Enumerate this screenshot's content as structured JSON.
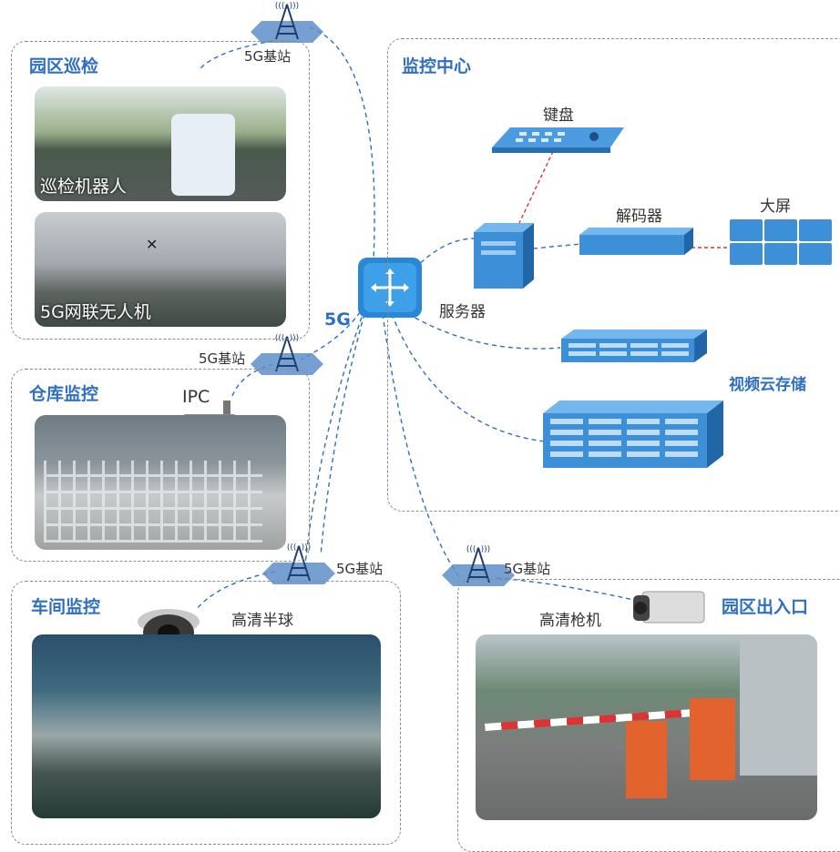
{
  "sections": {
    "patrol": "园区巡检",
    "monitor_center": "监控中心",
    "warehouse": "仓库监控",
    "workshop": "车间监控",
    "gate": "园区出入口"
  },
  "devices": {
    "keyboard": "键盘",
    "decoder": "解码器",
    "big_screen": "大屏",
    "server": "服务器",
    "cloud_storage": "视频云存储",
    "hub": "5G",
    "ipc": "IPC",
    "dome_camera": "高清半球",
    "bullet_camera": "高清枪机"
  },
  "base_stations": {
    "top": "5G基站",
    "warehouse": "5G基站",
    "workshop": "5G基站",
    "gate": "5G基站"
  },
  "photos": {
    "robot": "巡检机器人",
    "drone": "5G网联无人机"
  },
  "colors": {
    "title_blue": "#2f6fc1",
    "link_blue": "#2f6fc1",
    "link_red": "#e0303a",
    "device_blue": "#3d8fd8"
  }
}
